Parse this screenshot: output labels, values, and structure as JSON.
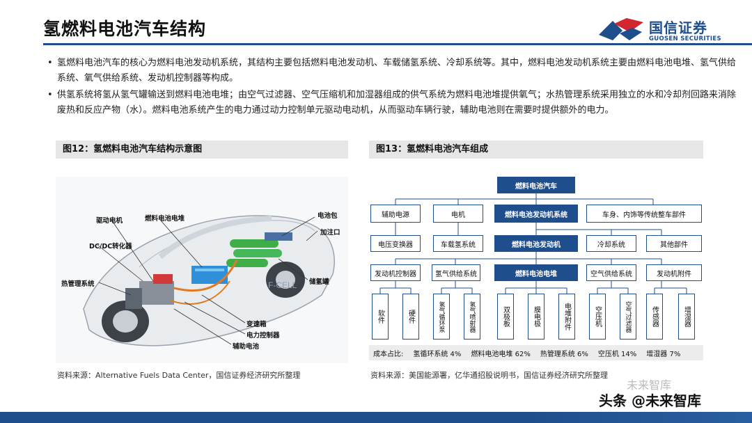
{
  "header": {
    "title": "氢燃料电池汽车结构",
    "logo_cn": "国信证券",
    "logo_en": "GUOSEN SECURITIES",
    "accent": "#1f4e8c",
    "logo_red": "#d22630"
  },
  "bullets": [
    "氢燃料电池汽车的核心为燃料电池发动机系统，其结构主要包括燃料电池发动机、车载储氢系统、冷却系统等。其中，燃料电池发动机系统主要由燃料电池电堆、氢气供给系统、氧气供给系统、发动机控制器等构成。",
    "供氢系统将氢从氢气罐输送到燃料电池电堆；由空气过滤器、空气压缩机和加湿器组成的供气系统为燃料电池堆提供氧气；水热管理系统采用独立的水和冷却剂回路来消除废热和反应产物（水）。燃料电池系统产生的电力通过动力控制单元驱动电动机，从而驱动车辆行驶，辅助电池则在需要时提供额外的电力。"
  ],
  "figure12": {
    "caption": "图12：氢燃料电池汽车结构示意图",
    "source": "资料来源：Alternative Fuels Data Center，国信证券经济研究所整理",
    "car_text": "F-CELL",
    "labels": {
      "drive_motor": "驱动电机",
      "fuel_cell_stack": "燃料电池电堆",
      "battery_pack": "电池包",
      "filler": "加注口",
      "dcdc": "DC/DC转化器",
      "thermal": "热管理系统",
      "h2_tank": "储氢罐",
      "gearbox": "变速箱",
      "power_ctrl": "电力控制器",
      "aux_battery": "辅助电池"
    }
  },
  "figure13": {
    "caption": "图13：氢燃料电池汽车组成",
    "source": "资料来源：美国能源署，亿华通招股说明书，国信证券经济研究所整理",
    "root": "燃料电池汽车",
    "level1": [
      "辅助电源",
      "电机",
      "燃料电池发动机系统",
      "车身、内饰等传统整车部件"
    ],
    "level2": [
      "电压变换器",
      "车载氢系统",
      "燃料电池发动机",
      "冷却系统",
      "其他部件"
    ],
    "level3": [
      "发动机控制器",
      "氢气供给系统",
      "燃料电池电堆",
      "空气供给系统",
      "发动机附件"
    ],
    "level4": [
      "软件",
      "硬件",
      "氢气循环泵",
      "氢气喷射器",
      "双极板",
      "膜电极",
      "电堆附件",
      "空压机",
      "空气过滤器",
      "传感器",
      "增湿器"
    ],
    "cost_label": "成本占比:",
    "cost_items": [
      "氢循环系统 4%",
      "燃料电池电堆 62%",
      "热管理系统 6%",
      "空压机 14%",
      "增湿器 7%"
    ]
  },
  "watermark": {
    "main": "头条 @未来智库",
    "faint": "未来智库"
  }
}
